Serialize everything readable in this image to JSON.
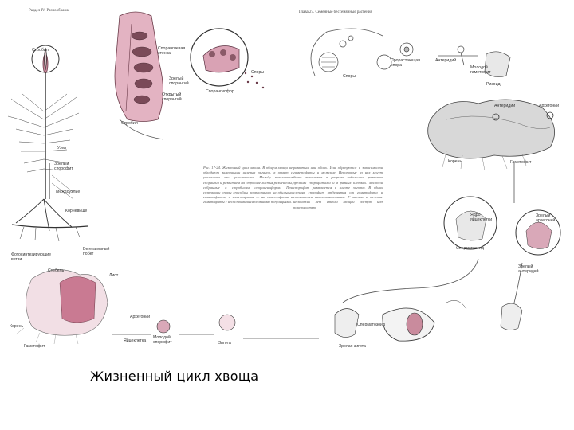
{
  "header": {
    "page_left": "Раздел IV. Разнообразие",
    "page_right": "Глава 27. Семенные бессемянные растения"
  },
  "labels": {
    "strobil_top": "Стробил",
    "sporangium_wall": "Спорангиевая стенка",
    "spores_top": "Споры",
    "mature_sporangium": "Зрелый спорангий",
    "opened_sporangium": "Открытый спорангий",
    "sporangiophore": "Спорангиофор",
    "strobil_mid": "Стробил",
    "node": "Узел",
    "mature_sporophyte": "Зрелый спорофит",
    "internode": "Междоузлие",
    "rhizome": "Корневище",
    "photosynthetic_branches": "Фотосинтезирующие ветви",
    "vegetative_shoot": "Вегетативный побег",
    "stem": "Стебель",
    "leaf": "Лист",
    "root_bottom": "Корень",
    "gametophyte": "Гаметофит",
    "archegonium_bottom": "Архегоний",
    "young_sporophyte": "Молодой спорофит",
    "zygote": "Зигота",
    "egg": "Яйцеклетка",
    "spores_right": "Споры",
    "germinating_spore": "Прорастающая спора",
    "antheridium": "Антеридий",
    "young_gametophyte": "Молодой гаметофит",
    "rhizoid": "Ризоид",
    "antheridium_r": "Антеридий",
    "archegonium_r": "Архегоний",
    "root_r": "Корень",
    "gametophyte_r": "Гаметофит",
    "egg_nucleus": "Ядро яйцеклетки",
    "sperm": "Сперматозоид",
    "mature_archegonium": "Зрелый архегоний",
    "mature_antheridium": "Зрелый антеридий",
    "sperm_r": "Сперматозоид",
    "mature_zygote": "Зрелая зигота"
  },
  "figure_text": {
    "col1": "Рис. 17-24. Жизненный цикл хвоща. В общем хвощи не обладают заметными целевых органов, в ответ с увеличение его целостности. Между появлением спорангия и развитием на стробиле листья размещены, собранные к стробилам спорангиофоров. При созревании споры способны прорастанию на обильных гаметофитов, а гаметофиты — на гаметофиты и гаметофиты с несостоявшиеся большими популяциями.",
    "col2": "развитых или обоих. Или образуются в зависимости гаметофиты и мужские. Некоторые из них могут быть выполнять в разрыве небольших, развитие зрелыми спорофитами и в разных клетках. Молодой спорофит развивается в зиготе зиготы. В одних случаях спорофит отделяется от гаметофита и становится самостоятельным. У многих в течение нескольких лет стебли хвощей растут над поверхностью."
  },
  "caption": "Жизненный цикл хвоща"
}
